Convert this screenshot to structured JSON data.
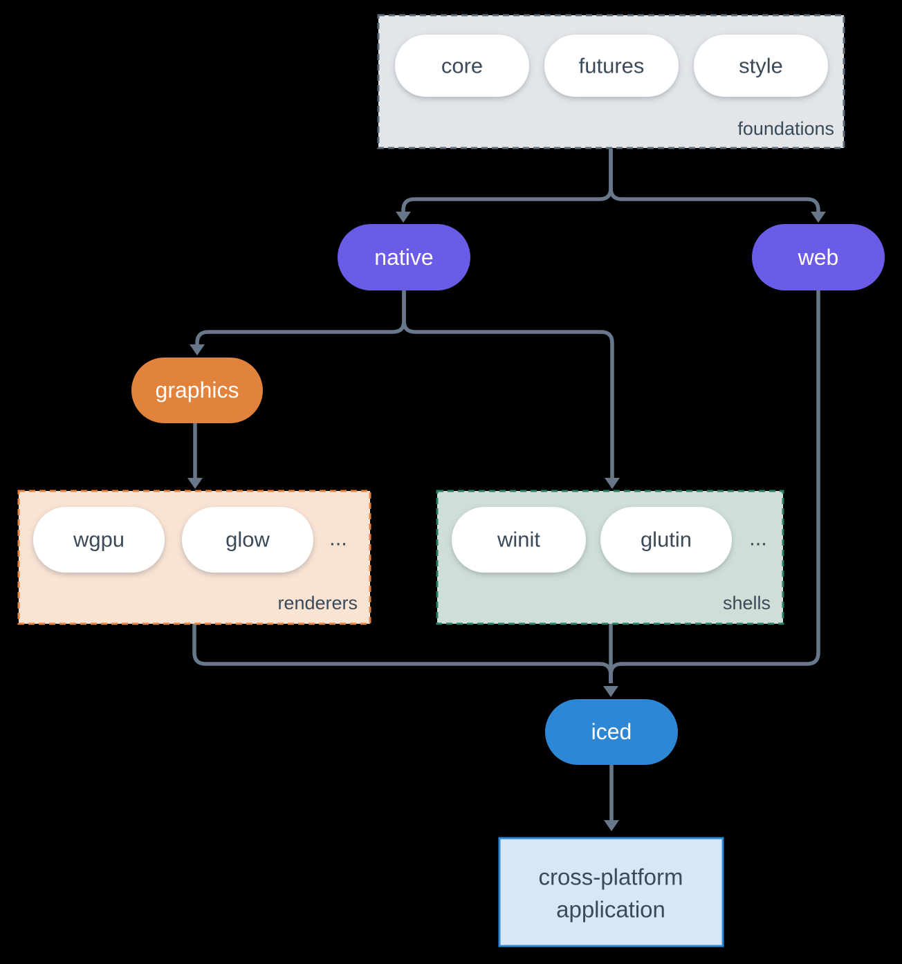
{
  "canvas": {
    "background": "#000000",
    "edge_color": "#68788a",
    "text_dark": "#3b4a58",
    "text_light": "#ffffff",
    "pill_fill": "#ffffff"
  },
  "foundations": {
    "label": "foundations",
    "fill": "#e2e6e9",
    "border_color": "#5d6c7b",
    "pills": [
      {
        "label": "core"
      },
      {
        "label": "futures"
      },
      {
        "label": "style"
      }
    ]
  },
  "native": {
    "label": "native",
    "fill": "#6a5ce6"
  },
  "web": {
    "label": "web",
    "fill": "#6a5ce6"
  },
  "graphics": {
    "label": "graphics",
    "fill": "#e2833d"
  },
  "renderers": {
    "label": "renderers",
    "fill": "#f9e3d3",
    "border_color": "#e8823c",
    "ellipsis": "...",
    "pills": [
      {
        "label": "wgpu"
      },
      {
        "label": "glow"
      }
    ]
  },
  "shells": {
    "label": "shells",
    "fill": "#cfdfd7",
    "border_color": "#2a7f68",
    "ellipsis": "...",
    "pills": [
      {
        "label": "winit"
      },
      {
        "label": "glutin"
      }
    ]
  },
  "iced": {
    "label": "iced",
    "fill": "#2e87d5"
  },
  "application": {
    "label_line1": "cross-platform",
    "label_line2": "application",
    "fill": "#d8e7f6",
    "border_color": "#2e88d8"
  }
}
